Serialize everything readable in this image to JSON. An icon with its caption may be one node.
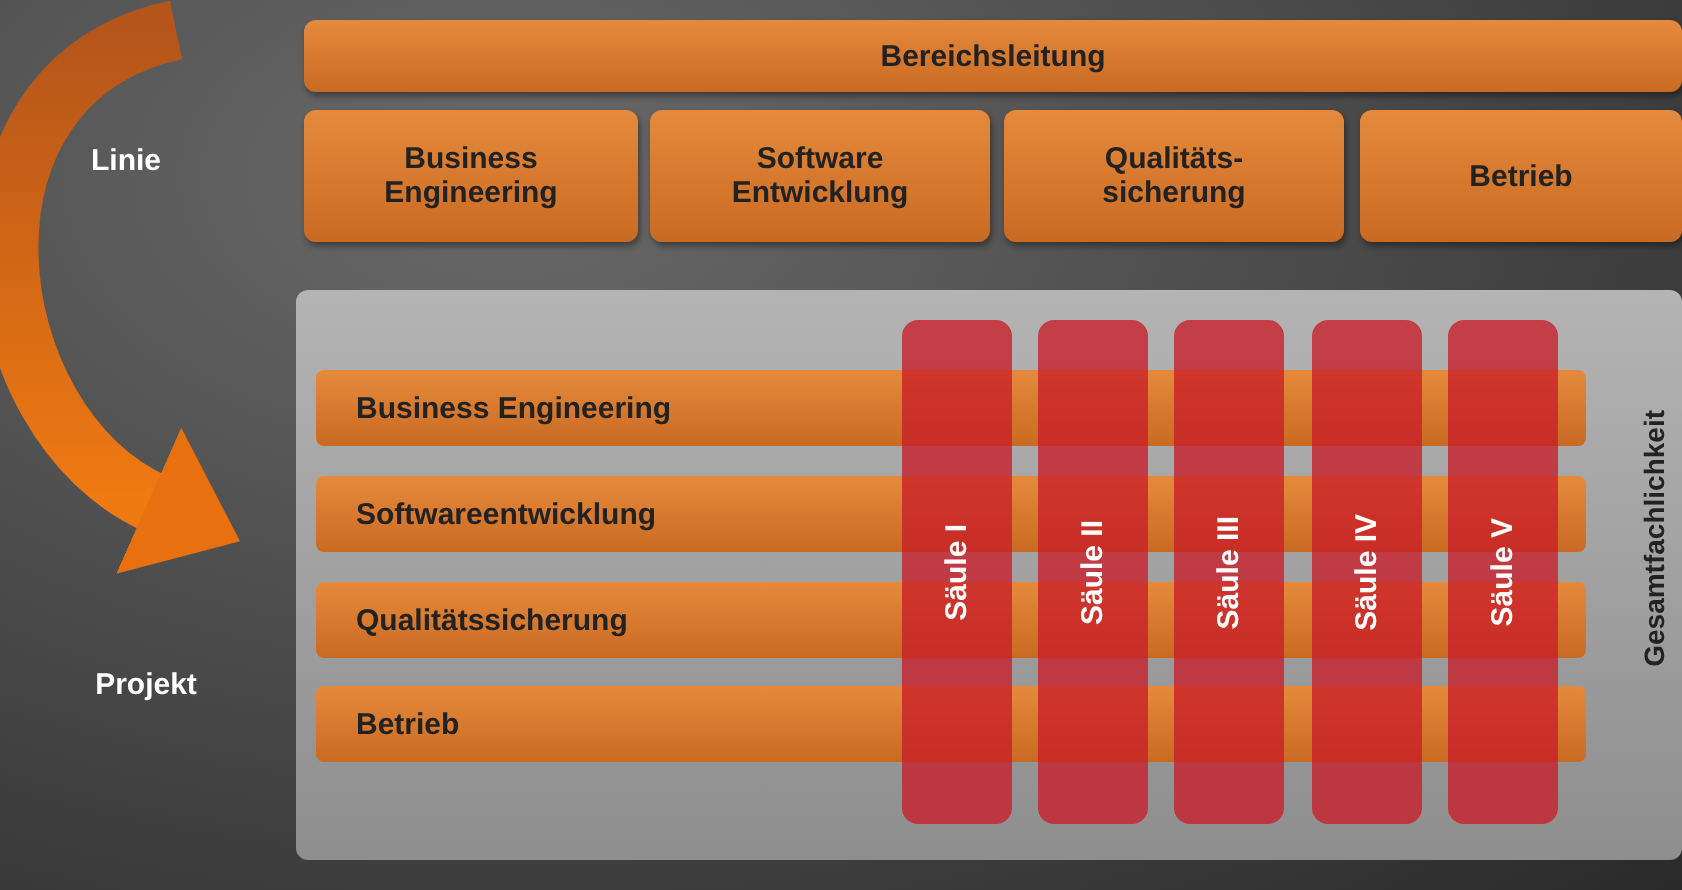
{
  "diagram": {
    "nodes": [
      {
        "text": [
          "Linie"
        ]
      },
      {
        "text": [
          "Projekt"
        ]
      },
      {
        "text": [
          "Bereichsleitung"
        ]
      },
      {
        "text": [
          "Business Engineering"
        ]
      },
      {
        "text": [
          "Software Entwicklung"
        ]
      },
      {
        "text": [
          "Qualitäts- sicherung"
        ]
      },
      {
        "text": [
          "Betrieb"
        ]
      },
      {
        "text": [
          "Gesamtfachlichkeit"
        ]
      },
      {
        "text": [
          "Business Engineering"
        ],
        "in": 7
      },
      {
        "text": [
          "Softwareentwicklung"
        ],
        "in": 7
      },
      {
        "text": [
          "Qualitätssicherung"
        ],
        "in": 7
      },
      {
        "text": [
          "Betrieb"
        ],
        "in": 7
      },
      {
        "text": [
          "Säule I"
        ],
        "in": 7
      },
      {
        "text": [
          "Säule II"
        ],
        "in": 7
      },
      {
        "text": [
          "Säule III"
        ],
        "in": 7
      },
      {
        "text": [
          "Säule IV"
        ],
        "in": 7
      },
      {
        "text": [
          "Säule V"
        ],
        "in": 7
      }
    ],
    "edges": [
      {
        "from": 0,
        "to": 1,
        "arrow": "to"
      }
    ]
  }
}
